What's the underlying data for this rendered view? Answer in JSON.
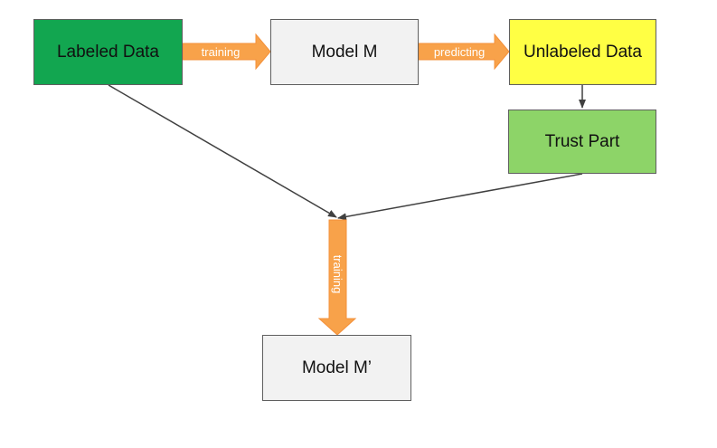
{
  "nodes": {
    "labeled_data": {
      "label": "Labeled Data",
      "fill": "#12a650"
    },
    "model_m": {
      "label": "Model M",
      "fill": "#f2f2f2"
    },
    "unlabeled_data": {
      "label": "Unlabeled Data",
      "fill": "#ffff44"
    },
    "trust_part": {
      "label": "Trust Part",
      "fill": "#8dd468"
    },
    "model_m_prime": {
      "label": "Model M’",
      "fill": "#f2f2f2"
    }
  },
  "edges": {
    "training_top": {
      "label": "training",
      "color": "#f8a24a"
    },
    "predicting": {
      "label": "predicting",
      "color": "#f8a24a"
    },
    "training_bottom": {
      "label": "training",
      "color": "#f8a24a"
    }
  }
}
